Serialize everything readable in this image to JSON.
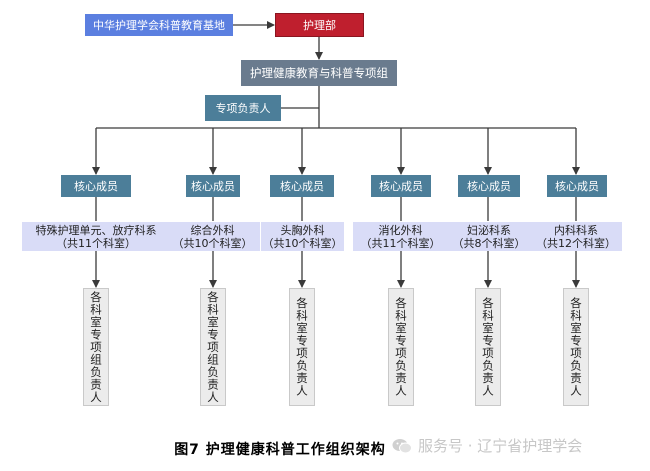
{
  "top": {
    "base": "中华护理学会科普教育基地",
    "dept": "护理部",
    "group": "护理健康教育与科普专项组",
    "leader": "专项负责人"
  },
  "columns": [
    {
      "core": "核心成员",
      "unit_line1": "特殊护理单元、放疗科系",
      "unit_line2": "（共11个科室）",
      "resp": "各科室专项组负责人"
    },
    {
      "core": "核心成员",
      "unit_line1": "综合外科",
      "unit_line2": "（共10个科室）",
      "resp": "各科室专项组负责人"
    },
    {
      "core": "核心成员",
      "unit_line1": "头胸外科",
      "unit_line2": "（共10个科室）",
      "resp": "各科室专项负责人"
    },
    {
      "core": "核心成员",
      "unit_line1": "消化外科",
      "unit_line2": "（共11个科室）",
      "resp": "各科室专项负责人"
    },
    {
      "core": "核心成员",
      "unit_line1": "妇泌科系",
      "unit_line2": "（共8个科室）",
      "resp": "各科室专项负责人"
    },
    {
      "core": "核心成员",
      "unit_line1": "内科科系",
      "unit_line2": "（共12个科室）",
      "resp": "各科室专项负责人"
    }
  ],
  "caption": "图7  护理健康科普工作组织架构",
  "watermark": "服务号 · 辽宁省护理学会",
  "colors": {
    "base_fill": "#5b7fe0",
    "dept_fill": "#bf1f2e",
    "group_fill": "#6a7b8e",
    "node_fill": "#4c7e99",
    "unit_fill": "#d9dcf7",
    "resp_fill": "#ececec",
    "connector": "#3a3a3a"
  }
}
